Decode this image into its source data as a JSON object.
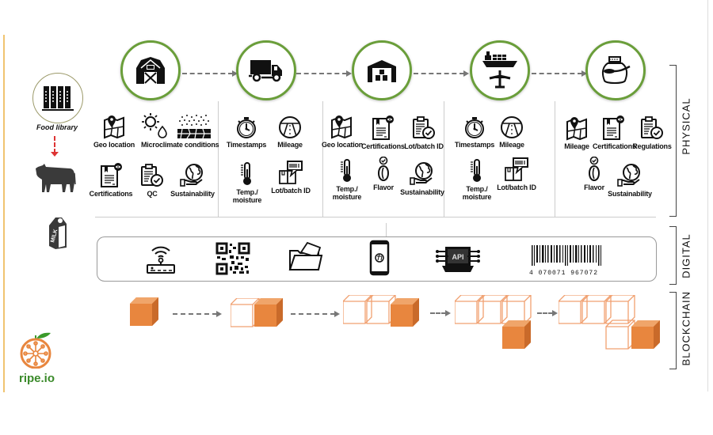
{
  "brand": {
    "name": "ripe.io",
    "colors": {
      "accent_green": "#6a9e3a",
      "orange": "#e8863e",
      "text": "#111111"
    }
  },
  "left_column": {
    "food_library_label": "Food library",
    "icons": [
      "library-books-icon",
      "cow-icon",
      "milk-carton-icon"
    ],
    "milk_text": "MILK"
  },
  "stages": [
    {
      "name": "farm",
      "icon": "barn-icon",
      "items": [
        {
          "label": "Geo location",
          "icon": "map-pin-icon"
        },
        {
          "label": "Microclimate conditions",
          "icon": "weather-icon"
        },
        {
          "label": "Certifications",
          "icon": "certificate-icon"
        },
        {
          "label": "QC",
          "icon": "clipboard-check-icon"
        },
        {
          "label": "Sustainability",
          "icon": "globe-hand-icon"
        }
      ]
    },
    {
      "name": "transport",
      "icon": "truck-icon",
      "items": [
        {
          "label": "Timestamps",
          "icon": "stopwatch-icon"
        },
        {
          "label": "Mileage",
          "icon": "road-icon"
        },
        {
          "label": "Temp./ moisture",
          "icon": "thermometer-icon"
        },
        {
          "label": "Lot/batch ID",
          "icon": "box-barcode-icon"
        }
      ]
    },
    {
      "name": "warehouse",
      "icon": "warehouse-icon",
      "items": [
        {
          "label": "Geo location",
          "icon": "map-pin-icon"
        },
        {
          "label": "Certifications",
          "icon": "certificate-icon"
        },
        {
          "label": "Lot/batch ID",
          "icon": "clipboard-check-icon"
        },
        {
          "label": "Temp./ moisture",
          "icon": "thermometer-icon"
        },
        {
          "label": "Flavor",
          "icon": "bean-icon"
        },
        {
          "label": "Sustainability",
          "icon": "globe-hand-icon"
        }
      ]
    },
    {
      "name": "shipping",
      "icon": "ship-plane-icon",
      "items": [
        {
          "label": "Timestamps",
          "icon": "stopwatch-icon"
        },
        {
          "label": "Mileage",
          "icon": "road-icon"
        },
        {
          "label": "Temp./ moisture",
          "icon": "thermometer-icon"
        },
        {
          "label": "Lot/batch ID",
          "icon": "box-barcode-icon"
        }
      ]
    },
    {
      "name": "consumer",
      "icon": "jar-spoon-icon",
      "items": [
        {
          "label": "Mileage",
          "icon": "map-pin-icon"
        },
        {
          "label": "Certifications",
          "icon": "certificate-icon"
        },
        {
          "label": "Regulations",
          "icon": "clipboard-check-icon"
        },
        {
          "label": "Flavor",
          "icon": "bean-icon"
        },
        {
          "label": "Sustainability",
          "icon": "globe-hand-icon"
        }
      ]
    }
  ],
  "digital": {
    "icons": [
      "iot-router-icon",
      "qr-code-icon",
      "folder-icon",
      "smartphone-icon",
      "api-chip-icon",
      "barcode-icon"
    ],
    "api_text": "API",
    "barcode_number": "4 070071 967072"
  },
  "blockchain": {
    "steps": [
      {
        "empty": 0,
        "filled": 1
      },
      {
        "empty": 1,
        "filled": 1
      },
      {
        "empty": 2,
        "filled": 1
      },
      {
        "empty": 3,
        "filled": 1
      },
      {
        "empty": 4,
        "filled": 1
      }
    ]
  },
  "layers": {
    "physical": "PHYSICAL",
    "digital": "DIGITAL",
    "blockchain": "BLOCKCHAIN"
  }
}
